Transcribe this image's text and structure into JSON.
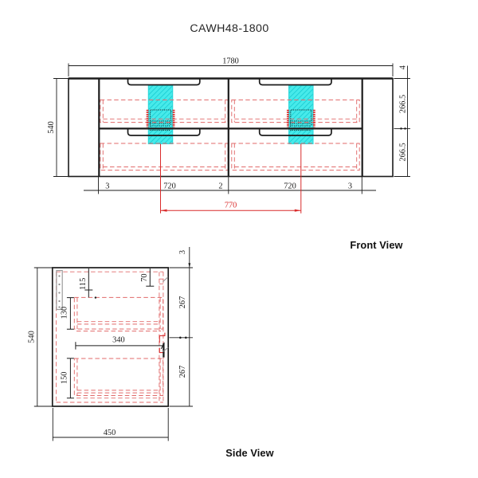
{
  "title": "CAWH48-1800",
  "views": {
    "front": {
      "label": "Front View",
      "dims": {
        "overall_width": "1780",
        "overall_height": "540",
        "top_gap": "4",
        "drawer_row1_height": "266.5",
        "drawer_row2_height": "266.5",
        "bottom_left_gap": "3",
        "drawer1_width": "720",
        "center_gap": "2",
        "drawer2_width": "720",
        "bottom_right_gap": "3",
        "bracket_centres": "770"
      }
    },
    "side": {
      "label": "Side View",
      "dims": {
        "overall_height": "540",
        "overall_depth": "450",
        "top_gap": "3",
        "drawer1_height": "267",
        "drawer2_height": "267",
        "top_offset": "115",
        "recess_depth": "70",
        "drawer_box1_height": "130",
        "drawer_box2_height": "150",
        "internal_depth": "340"
      }
    }
  },
  "colors": {
    "line": "#1c1c1c",
    "hidden_red": "#e16a6a",
    "accent_red": "#d92b2b",
    "bracket_cyan": "#46e9e9",
    "bracket_cyan_hatch": "#1fcfd4",
    "rail_gray": "#9b9b9b"
  }
}
